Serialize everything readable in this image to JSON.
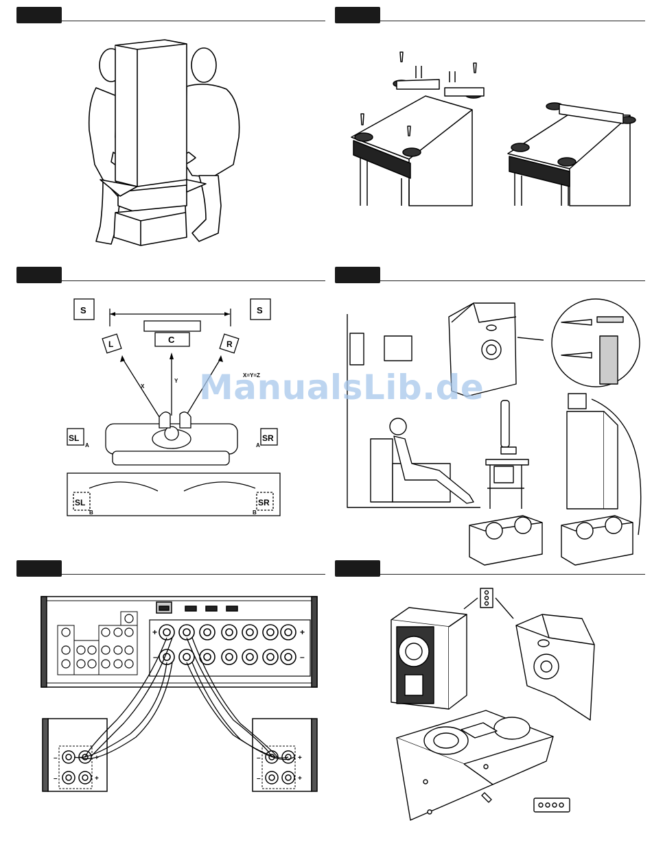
{
  "sections": [
    {
      "id": "unpack",
      "title": ""
    },
    {
      "id": "spikes",
      "title": ""
    },
    {
      "id": "placement",
      "title": ""
    },
    {
      "id": "mounting",
      "title": ""
    },
    {
      "id": "wiring",
      "title": ""
    },
    {
      "id": "grilles",
      "title": ""
    }
  ],
  "placement": {
    "labels": {
      "surround_left": "S",
      "surround_right": "S",
      "center": "C",
      "left": "L",
      "right": "R",
      "sl_a": "SL",
      "sr_a": "SR",
      "sl_b": "SL",
      "sr_b": "SR",
      "pos_a": "A",
      "pos_b": "B",
      "dist_x": "X",
      "dist_y": "Y",
      "equation": "X=Y=Z"
    }
  },
  "wiring": {
    "plus": "+",
    "minus": "–"
  },
  "watermark": "ManualsLib.de"
}
